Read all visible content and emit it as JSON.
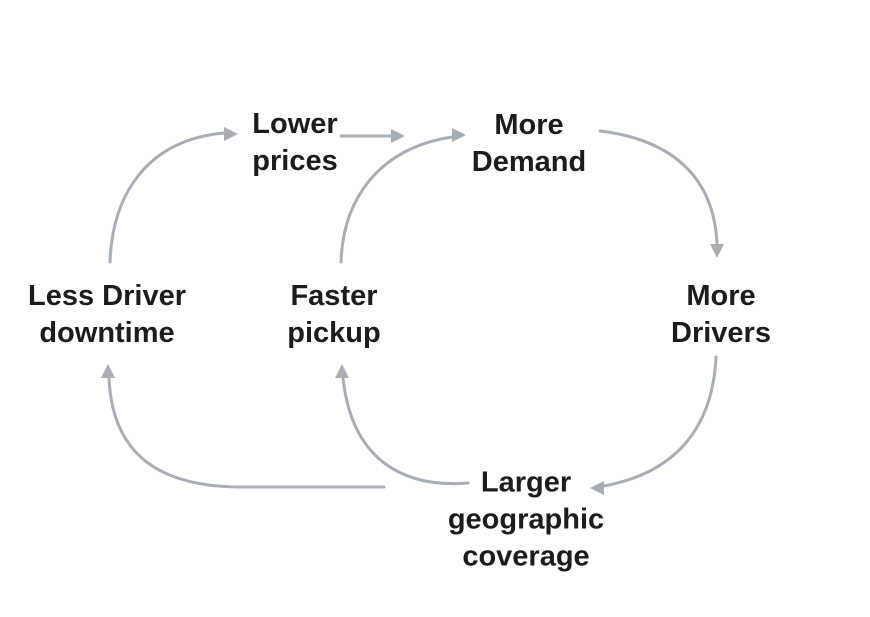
{
  "colors": {
    "background": "#ffffff",
    "text": "#1c1c1c",
    "arrow": "#a9aeb5"
  },
  "nodes": {
    "lower_prices": {
      "label": "Lower\nprices"
    },
    "more_demand": {
      "label": "More\nDemand"
    },
    "less_driver_downtime": {
      "label": "Less Driver\ndowntime"
    },
    "faster_pickup": {
      "label": "Faster\npickup"
    },
    "more_drivers": {
      "label": "More\nDrivers"
    },
    "larger_geographic_coverage": {
      "label": "Larger\ngeographic\ncoverage"
    }
  },
  "edges": [
    {
      "from": "less_driver_downtime",
      "to": "lower_prices"
    },
    {
      "from": "lower_prices",
      "to": "more_demand"
    },
    {
      "from": "faster_pickup",
      "to": "more_demand"
    },
    {
      "from": "more_demand",
      "to": "more_drivers"
    },
    {
      "from": "more_drivers",
      "to": "larger_geographic_coverage"
    },
    {
      "from": "larger_geographic_coverage",
      "to": "faster_pickup"
    },
    {
      "from": "larger_geographic_coverage",
      "to": "less_driver_downtime"
    }
  ]
}
